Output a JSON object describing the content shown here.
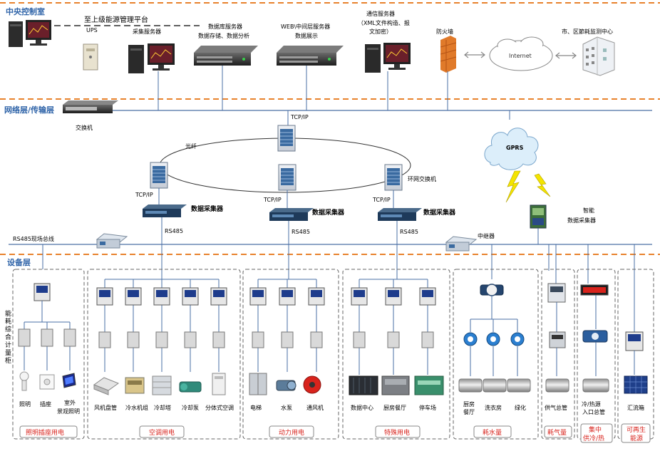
{
  "layers": {
    "central": "中央控制室",
    "network": "网络层/传输层",
    "device": "设备层"
  },
  "top": {
    "platform": "至上级能源管理平台",
    "ups": "UPS",
    "collect_server": "采集服务器",
    "db_server_1": "数据库服务器",
    "db_server_2": "数据存储、数据分析",
    "web_server_1": "WEB\\中间层服务器",
    "web_server_2": "数据展示",
    "comm_server_1": "通信服务器",
    "comm_server_2": "（XML文件构造、报",
    "comm_server_3": "文加密）",
    "firewall": "防火墙",
    "internet": "Internet",
    "city_center": "市、区節耗监测中心"
  },
  "net": {
    "switch": "交换机",
    "tcpip_top": "TCP/IP",
    "fiber": "光纤",
    "ring_switch": "环网交换机",
    "tcpip": "TCP/IP",
    "collector": "数据采集器",
    "rs485": "RS485",
    "gprs": "GPRS",
    "smart_1": "智能",
    "smart_2": "数据采集器",
    "rs485_bus": "RS485现场总线",
    "repeater": "中继器"
  },
  "side_label": [
    "能",
    "耗",
    "综",
    "合",
    "计",
    "量",
    "柜"
  ],
  "groups": [
    {
      "name": "照明插座用电",
      "items": [
        "照明",
        "插座",
        "室外",
        "景观照明"
      ]
    },
    {
      "name": "空调用电",
      "items": [
        "风机盘管",
        "冷水机组",
        "冷却塔",
        "冷却泵",
        "分体式空调"
      ]
    },
    {
      "name": "动力用电",
      "items": [
        "电梯",
        "水泵",
        "通风机"
      ]
    },
    {
      "name": "特殊用电",
      "items": [
        "数据中心",
        "厨房餐厅",
        "停车场"
      ]
    },
    {
      "name": "耗水量",
      "items": [
        "厨房",
        "餐厅",
        "洗衣房",
        "绿化"
      ]
    },
    {
      "name": "耗气量",
      "items": [
        "供气总管"
      ]
    },
    {
      "name": "集中",
      "name2": "供冷/热",
      "items": [
        "冷/热源",
        "入口总管"
      ]
    },
    {
      "name": "可再生",
      "name2": "能源",
      "items": [
        "汇流箱"
      ]
    }
  ],
  "colors": {
    "layer_label": "#2e63a8",
    "dashed_orange": "#e8822c",
    "group_label": "#d8231c",
    "line": "#4a6fa5"
  }
}
